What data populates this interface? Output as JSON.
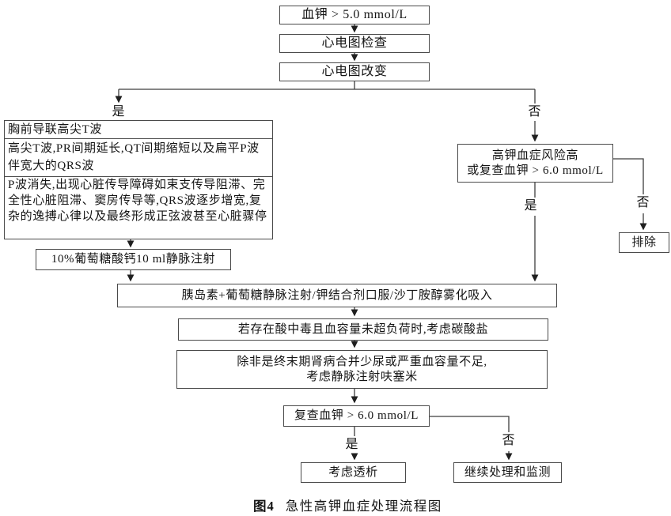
{
  "nodes": {
    "start": "血钾 > 5.0 mmol/L",
    "ecg_check": "心电图检查",
    "ecg_change": "心电图改变",
    "ecg_findings": {
      "row1": "胸前导联高尖T波",
      "row2": "高尖T波,PR间期延长,QT间期缩短以及扁平P波伴宽大的QRS波",
      "row3": "P波消失,出现心脏传导障碍如束支传导阻滞、完全性心脏阻滞、窦房传导等,QRS波逐步增宽,复杂的逸搏心律以及最终形成正弦波甚至心脏骤停"
    },
    "calcium": "10%葡萄糖酸钙10 ml静脉注射",
    "high_risk": "高钾血症风险高\n或复查血钾 > 6.0 mmol/L",
    "exclude": "排除",
    "combo_therapy": "胰岛素+葡萄糖静脉注射/钾结合剂口服/沙丁胺醇雾化吸入",
    "bicarbonate": "若存在酸中毒且血容量未超负荷时,考虑碳酸盐",
    "furosemide": "除非是终末期肾病合并少尿或严重血容量不足,\n考虑静脉注射呋塞米",
    "recheck": "复查血钾 > 6.0 mmol/L",
    "dialysis": "考虑透析",
    "continue_monitor": "继续处理和监测"
  },
  "branch_labels": {
    "ecg_yes": "是",
    "ecg_no": "否",
    "risk_yes": "是",
    "risk_no": "否",
    "recheck_yes": "是",
    "recheck_no": "否"
  },
  "caption": {
    "label": "图4",
    "title": "急性高钾血症处理流程图"
  },
  "colors": {
    "line": "#3d3d3d",
    "border": "#4a4a4a",
    "arrow": "#1f1f1f"
  }
}
